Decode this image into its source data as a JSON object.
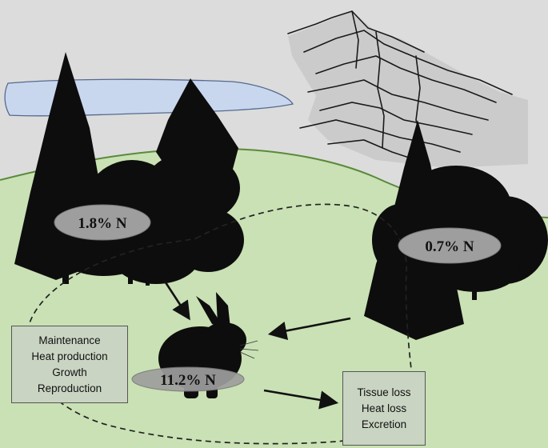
{
  "nitrogen_labels": {
    "left_forest": "1.8% N",
    "right_forest": "0.7% N",
    "hare": "11.2% N"
  },
  "inputs_box": {
    "lines": [
      "Maintenance",
      "Heat production",
      "Growth",
      "Reproduction"
    ]
  },
  "losses_box": {
    "lines": [
      "Tissue loss",
      "Heat loss",
      "Excretion"
    ]
  },
  "colors": {
    "sky": "#dcdcdc",
    "ground": "#c9e1b4",
    "ground_edge": "#5a8a3a",
    "lake": "#c9d7ee",
    "pill": "#9e9e9e",
    "box_fill": "#c9d4c2",
    "silhouette": "#0d0d0d"
  },
  "icons": [
    "mountain-icon",
    "lake-icon",
    "conifer-tree-icon",
    "shrub-icon",
    "hare-icon",
    "arrow-icon"
  ]
}
